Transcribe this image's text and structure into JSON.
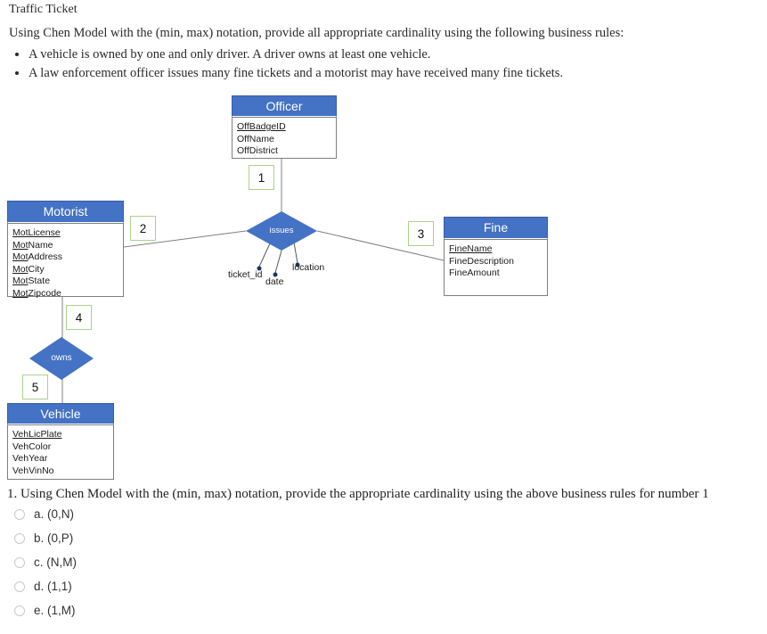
{
  "page": {
    "title": "Traffic Ticket",
    "intro": "Using Chen Model with the (min, max) notation, provide all appropriate cardinality using the following business rules:",
    "bullets": [
      "A vehicle is owned by one and only driver. A driver owns at least one vehicle.",
      "A law enforcement officer issues many fine tickets and a motorist may have received many fine tickets."
    ]
  },
  "diagram": {
    "colors": {
      "entity_header_blue": "#4472c4",
      "diamond_blue": "#4472c4",
      "marker_green_border": "#a9d18e",
      "connector_gray": "#808080"
    },
    "entities": {
      "officer": {
        "title": "Officer",
        "attrs": [
          {
            "u": "OffBadgeID",
            "r": ""
          },
          {
            "u": "",
            "r": "OffName"
          },
          {
            "u": "",
            "r": "OffDistrict"
          }
        ]
      },
      "motorist": {
        "title": "Motorist",
        "attrs": [
          {
            "u": "MotLicense",
            "r": ""
          },
          {
            "u": "Mot",
            "r": "Name"
          },
          {
            "u": "Mot",
            "r": "Address"
          },
          {
            "u": "Mot",
            "r": "City"
          },
          {
            "u": "Mot",
            "r": "State"
          },
          {
            "u": "Mot",
            "r": "Zipcode"
          }
        ]
      },
      "fine": {
        "title": "Fine",
        "attrs": [
          {
            "u": "FineName",
            "r": ""
          },
          {
            "u": "",
            "r": "FineDescription"
          },
          {
            "u": "",
            "r": "FineAmount"
          }
        ]
      },
      "vehicle": {
        "title": "Vehicle",
        "attrs": [
          {
            "u": "VehLicPlate",
            "r": ""
          },
          {
            "u": "",
            "r": "VehColor"
          },
          {
            "u": "",
            "r": "VehYear"
          },
          {
            "u": "",
            "r": "VehVinNo"
          }
        ]
      }
    },
    "relationships": {
      "issues": {
        "label": "issues",
        "attrs": [
          "ticket_id",
          "date",
          "location"
        ]
      },
      "owns": {
        "label": "owns"
      }
    },
    "markers": {
      "m1": "1",
      "m2": "2",
      "m3": "3",
      "m4": "4",
      "m5": "5"
    }
  },
  "question": {
    "text": "1. Using Chen Model with the (min, max) notation, provide the appropriate cardinality using the above business rules for number 1",
    "options": [
      {
        "label": "a. (0,N)"
      },
      {
        "label": "b. (0,P)"
      },
      {
        "label": "c. (N,M)"
      },
      {
        "label": "d. (1,1)"
      },
      {
        "label": "e. (1,M)"
      }
    ]
  }
}
